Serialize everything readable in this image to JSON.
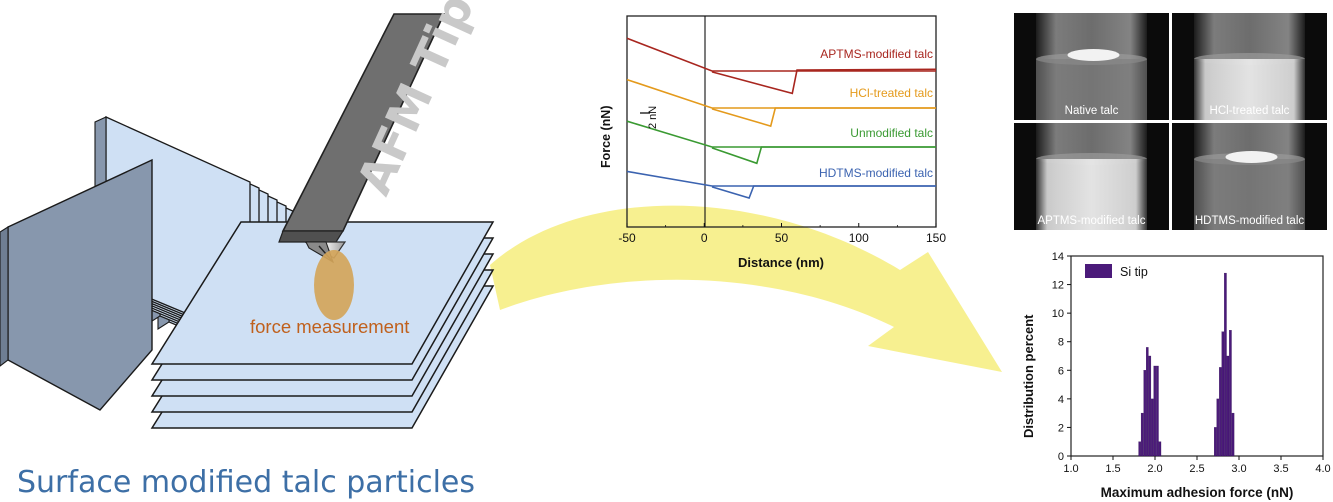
{
  "left_panel": {
    "tip_label": "AFM Tip",
    "measurement_label": "force measurement",
    "caption": "Surface modified talc particles"
  },
  "colors": {
    "plate_fill": "#cfe0f4",
    "plate_back": "#8797ad",
    "tip_grey": "#707070",
    "spot": "#d4a55a",
    "measurement_text": "#c0601c",
    "caption_text": "#3d6fa6",
    "arrow": "#f7ef8a",
    "hist_bar": "#4b1a7a"
  },
  "chart_data": [
    {
      "type": "line",
      "xlabel": "Distance (nm)",
      "ylabel": "Force (nN)",
      "scale_bar_label": "2 nN",
      "xlim": [
        -50,
        150
      ],
      "x_ticks": [
        "-50",
        "0",
        "50",
        "100",
        "150"
      ],
      "series": [
        {
          "name": "APTMS-modified talc",
          "color": "#a8261f",
          "approach": [
            [
              -50,
              4.1
            ],
            [
              5,
              0.3
            ],
            [
              150,
              0.3
            ]
          ],
          "retract": [
            [
              150,
              0.5
            ],
            [
              60,
              0.4
            ],
            [
              57,
              -2.3
            ],
            [
              5,
              0.2
            ]
          ]
        },
        {
          "name": "HCl-treated talc",
          "color": "#e49a1c",
          "approach": [
            [
              -50,
              3.6
            ],
            [
              5,
              0.3
            ],
            [
              150,
              0.3
            ]
          ],
          "retract": [
            [
              150,
              0.3
            ],
            [
              46,
              0.3
            ],
            [
              43,
              -1.8
            ],
            [
              5,
              0.2
            ]
          ]
        },
        {
          "name": "Unmodified talc",
          "color": "#3a9a32",
          "approach": [
            [
              -50,
              3.3
            ],
            [
              5,
              0.3
            ],
            [
              150,
              0.3
            ]
          ],
          "retract": [
            [
              150,
              0.3
            ],
            [
              37,
              0.3
            ],
            [
              34,
              -1.6
            ],
            [
              5,
              0.2
            ]
          ]
        },
        {
          "name": "HDTMS-modified talc",
          "color": "#3b63b0",
          "approach": [
            [
              -50,
              2.0
            ],
            [
              5,
              0.3
            ],
            [
              150,
              0.3
            ]
          ],
          "retract": [
            [
              150,
              0.3
            ],
            [
              32,
              0.3
            ],
            [
              29,
              -1.1
            ],
            [
              5,
              0.2
            ]
          ]
        }
      ]
    },
    {
      "type": "bar",
      "xlabel": "Maximum adhesion force (nN)",
      "ylabel": "Distribution percent",
      "xlim": [
        1.0,
        4.0
      ],
      "ylim": [
        0,
        14
      ],
      "x_ticks": [
        "1.0",
        "1.5",
        "2.0",
        "2.5",
        "3.0",
        "3.5",
        "4.0"
      ],
      "y_ticks": [
        "0",
        "2",
        "4",
        "6",
        "8",
        "10",
        "12",
        "14"
      ],
      "legend": "top-left",
      "series": [
        {
          "name": "Si tip",
          "x": [
            1.82,
            1.85,
            1.88,
            1.91,
            1.94,
            1.97,
            2.0,
            2.03,
            2.06,
            2.72,
            2.75,
            2.78,
            2.81,
            2.84,
            2.87,
            2.9,
            2.93
          ],
          "values": [
            1,
            3,
            6,
            7.6,
            7,
            4,
            6.3,
            6.3,
            1,
            2,
            4,
            6.2,
            8.7,
            12.8,
            7,
            8.8,
            3
          ],
          "bar_width": 0.03
        }
      ]
    }
  ],
  "photos": [
    {
      "label": "Native talc"
    },
    {
      "label": "HCl-treated talc"
    },
    {
      "label": "APTMS-modified talc"
    },
    {
      "label": "HDTMS-modified talc"
    }
  ]
}
